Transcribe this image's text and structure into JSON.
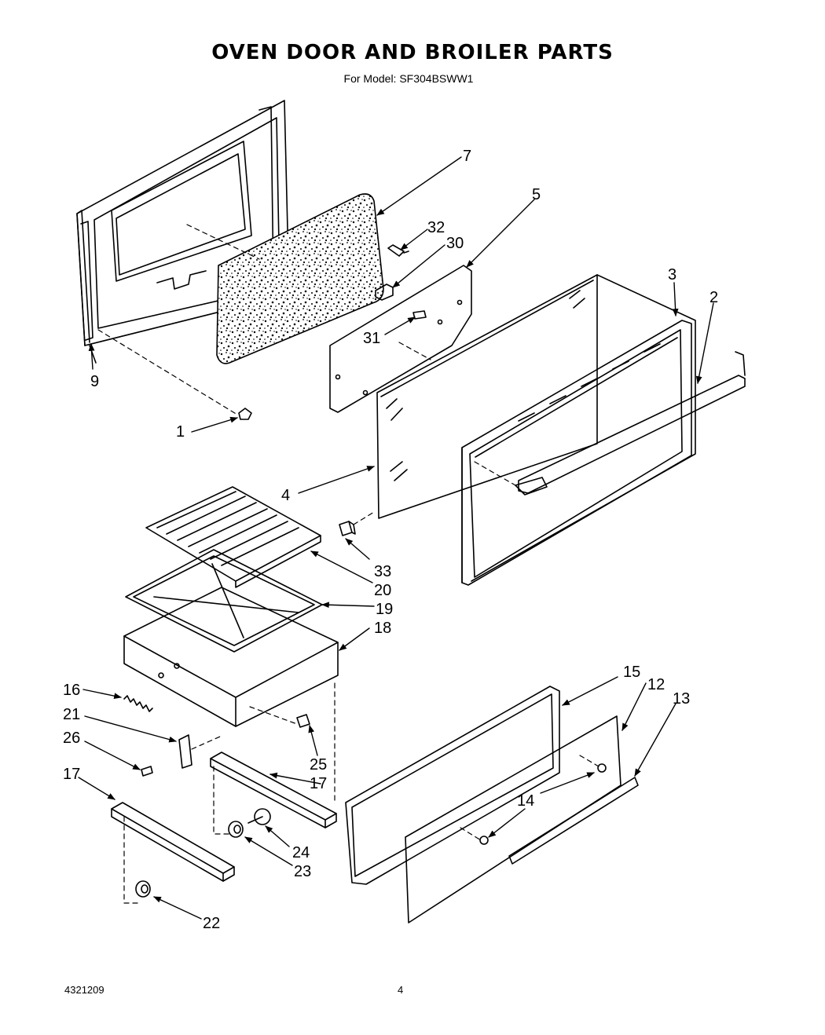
{
  "header": {
    "title": "OVEN DOOR AND BROILER PARTS",
    "subtitle": "For Model: SF304BSWW1"
  },
  "footer": {
    "doc_number": "4321209",
    "page_number": "4"
  },
  "callouts": {
    "c1": "1",
    "c2": "2",
    "c3": "3",
    "c4": "4",
    "c5": "5",
    "c7": "7",
    "c9": "9",
    "c12": "12",
    "c13": "13",
    "c14": "14",
    "c15": "15",
    "c16": "16",
    "c17a": "17",
    "c17b": "17",
    "c18": "18",
    "c19": "19",
    "c20": "20",
    "c21": "21",
    "c22": "22",
    "c23": "23",
    "c24": "24",
    "c25": "25",
    "c26": "26",
    "c30": "30",
    "c31": "31",
    "c32": "32",
    "c33": "33"
  }
}
